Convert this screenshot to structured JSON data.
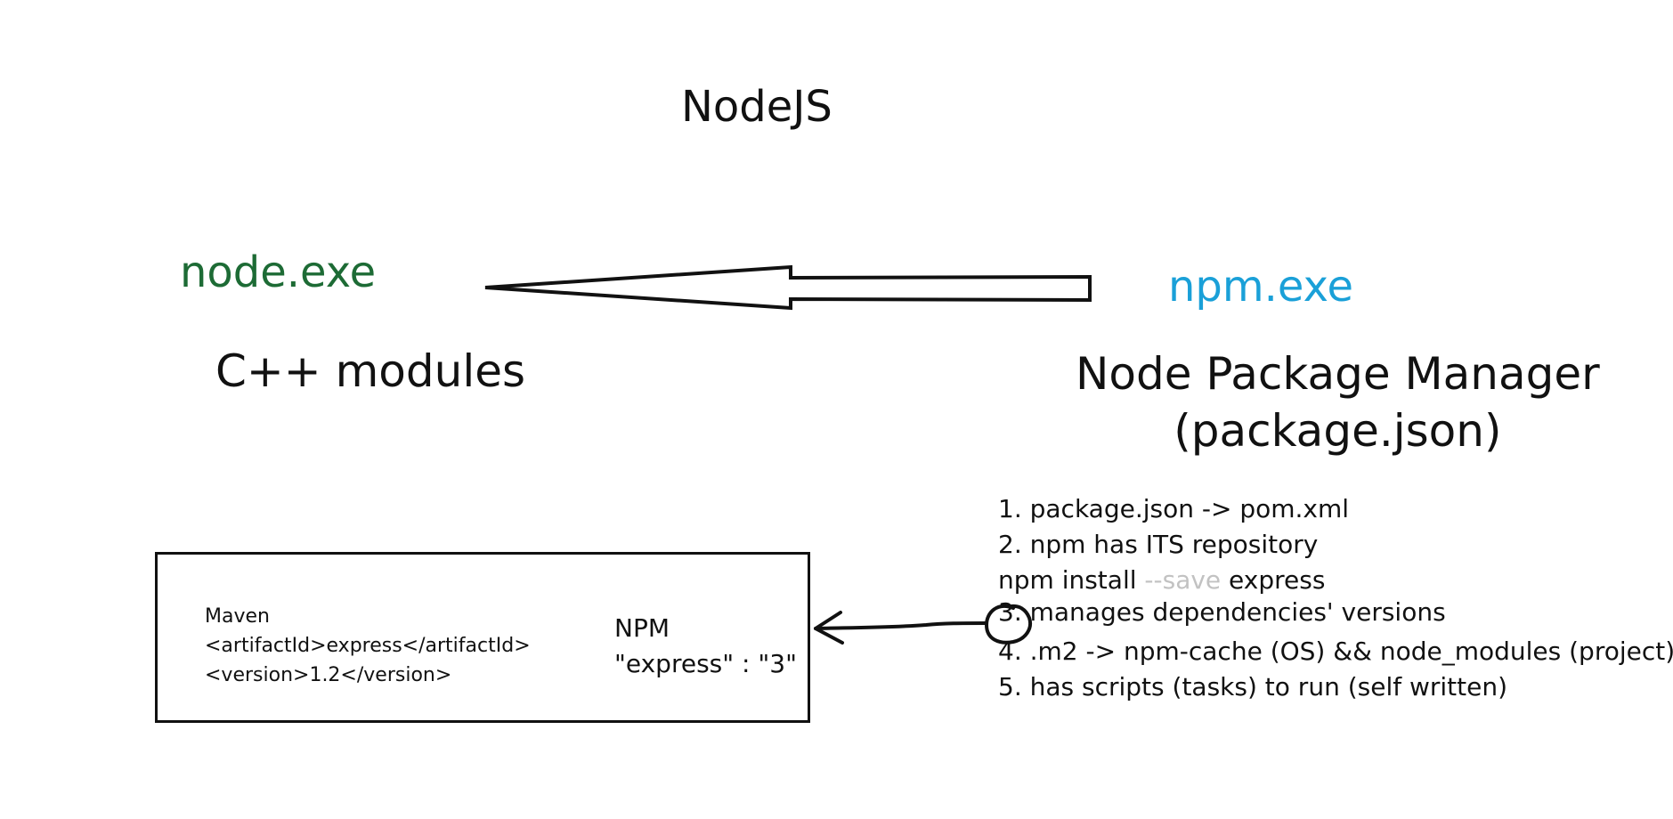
{
  "title": "NodeJS",
  "left_node": {
    "name": "node.exe",
    "description": "C++ modules",
    "name_color": "#1d6b35"
  },
  "right_node": {
    "name": "npm.exe",
    "description_line1": "Node Package Manager",
    "description_line2": "(package.json)",
    "name_color": "#1aa0d8"
  },
  "notes": {
    "line1": "1. package.json -> pom.xml",
    "line2": "2. npm has ITS repository",
    "line2b_cmd": "npm install ",
    "line2b_flag": "--save",
    "line2b_pkg": " express",
    "line3": "3. manages dependencies' versions",
    "line4": "4. .m2 -> npm-cache (OS) && node_modules (project)",
    "line5": "5. has scripts (tasks) to run (self written)",
    "faded_color": "#c2c2c2"
  },
  "comparison_box": {
    "maven_label": "Maven",
    "maven_line1": "<artifactId>express</artifactId>",
    "maven_line2": "<version>1.2</version>",
    "npm_label": "NPM",
    "npm_line1": "\"express\" : \"3\""
  }
}
